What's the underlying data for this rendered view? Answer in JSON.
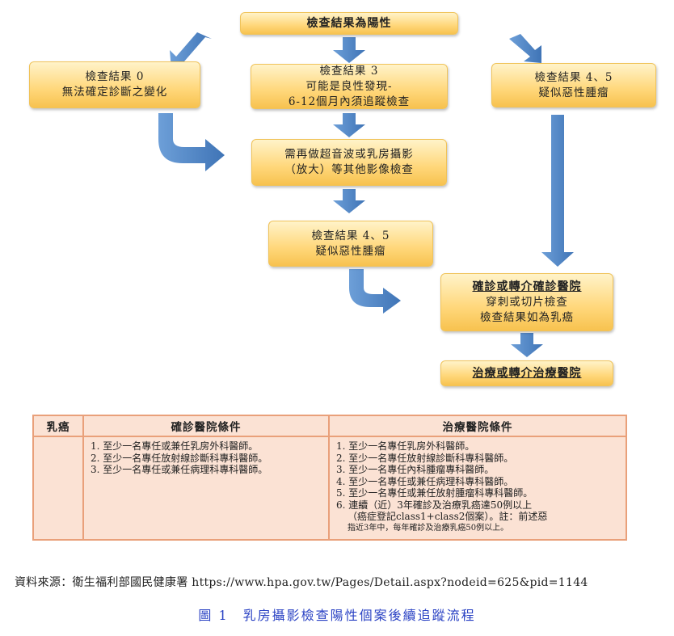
{
  "flow": {
    "top": "檢查結果為陽性",
    "left": [
      "檢查結果 0",
      "無法確定診斷之變化"
    ],
    "middle": [
      "檢查結果 3",
      "可能是良性發現-",
      "6-12個月內須追蹤檢查"
    ],
    "right": [
      "檢查結果 4、5",
      "疑似惡性腫瘤"
    ],
    "imaging": [
      "需再做超音波或乳房攝影",
      "（放大）等其他影像檢查"
    ],
    "middle_result": [
      "檢查結果 4、5",
      "疑似惡性腫瘤"
    ],
    "confirm": [
      "確診或轉介確診醫院",
      "穿刺或切片檢查",
      "檢查結果如為乳癌"
    ],
    "treat": "治療或轉介治療醫院"
  },
  "table": {
    "col1": "乳癌",
    "col2": "確診醫院條件",
    "col3": "治療醫院條件",
    "diag_items": [
      "1. 至少一名專任或兼任乳房外科醫師。",
      "2. 至少一名專任放射線診斷科專科醫師。",
      "3. 至少一名專任或兼任病理科專科醫師。"
    ],
    "treat_items": [
      "1. 至少一名專任乳房外科醫師。",
      "2. 至少一名專任放射線診斷科專科醫師。",
      "3. 至少一名專任內科腫瘤專科醫師。",
      "4. 至少一名專任或兼任病理科專科醫師。",
      "5. 至少一名專任或兼任放射腫瘤科專科醫師。",
      "6. 連續（近）3年確診及治療乳癌達50例以上",
      "（癌症登記class1+class2個案）。註：前述惡"
    ],
    "treat_note": "指近3年中，每年確診及治療乳癌50例以上。"
  },
  "source": "資料來源：衛生福利部國民健康署 https://www.hpa.gov.tw/Pages/Detail.aspx?nodeid=625&pid=1144",
  "caption": "圖 1　乳房攝影檢查陽性個案後續追蹤流程",
  "colors": {
    "arrow": "#4f86c6",
    "box_fill": "#ffd77a",
    "table_border": "#e9a07a",
    "table_fill": "#fbe2d4",
    "caption": "#2b43c4"
  }
}
